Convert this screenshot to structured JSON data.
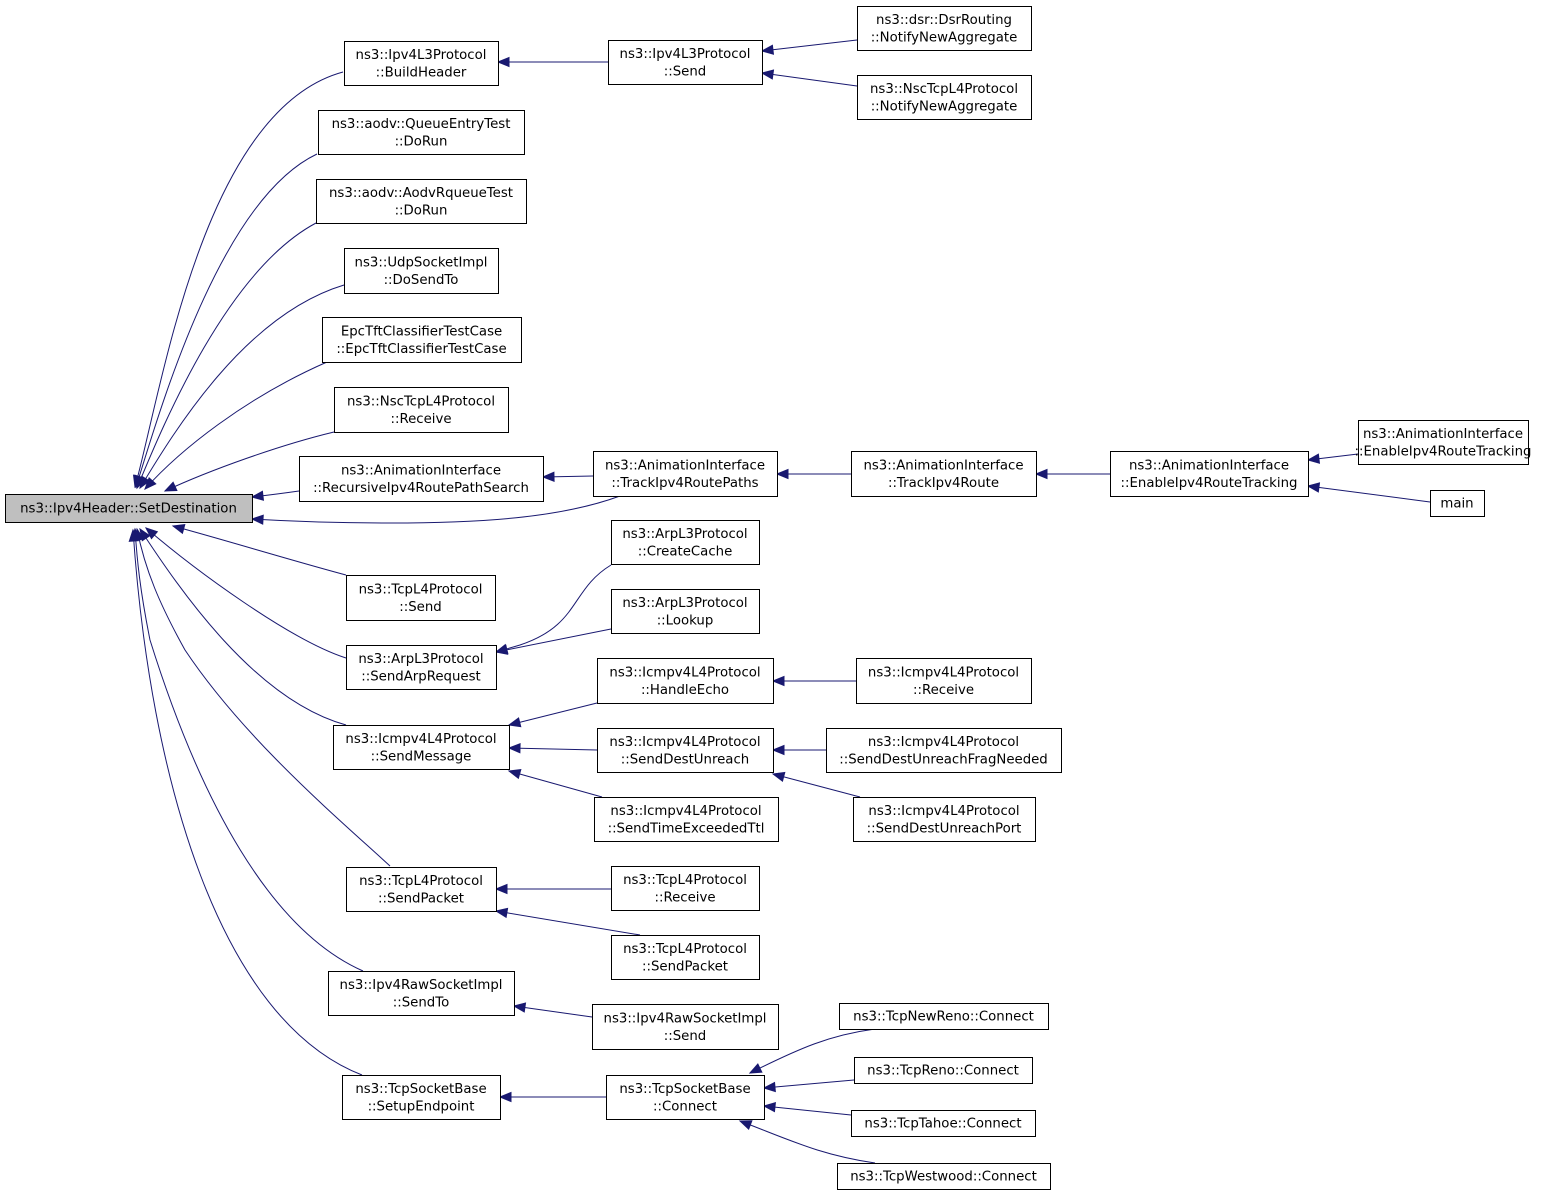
{
  "root_id": "root",
  "nodes": [
    {
      "id": "root",
      "lines": [
        "ns3::Ipv4Header::SetDestination"
      ]
    },
    {
      "id": "a1",
      "lines": [
        "ns3::Ipv4L3Protocol",
        "::BuildHeader"
      ]
    },
    {
      "id": "a2",
      "lines": [
        "ns3::aodv::QueueEntryTest",
        "::DoRun"
      ]
    },
    {
      "id": "a3",
      "lines": [
        "ns3::aodv::AodvRqueueTest",
        "::DoRun"
      ]
    },
    {
      "id": "a4",
      "lines": [
        "ns3::UdpSocketImpl",
        "::DoSendTo"
      ]
    },
    {
      "id": "a5",
      "lines": [
        "EpcTftClassifierTestCase",
        "::EpcTftClassifierTestCase"
      ]
    },
    {
      "id": "a6",
      "lines": [
        "ns3::NscTcpL4Protocol",
        "::Receive"
      ]
    },
    {
      "id": "a7",
      "lines": [
        "ns3::AnimationInterface",
        "::RecursiveIpv4RoutePathSearch"
      ]
    },
    {
      "id": "a8",
      "lines": [
        "ns3::TcpL4Protocol",
        "::Send"
      ]
    },
    {
      "id": "a9",
      "lines": [
        "ns3::ArpL3Protocol",
        "::SendArpRequest"
      ]
    },
    {
      "id": "a10",
      "lines": [
        "ns3::Icmpv4L4Protocol",
        "::SendMessage"
      ]
    },
    {
      "id": "a11",
      "lines": [
        "ns3::TcpL4Protocol",
        "::SendPacket"
      ]
    },
    {
      "id": "a12",
      "lines": [
        "ns3::Ipv4RawSocketImpl",
        "::SendTo"
      ]
    },
    {
      "id": "a13",
      "lines": [
        "ns3::TcpSocketBase",
        "::SetupEndpoint"
      ]
    },
    {
      "id": "b1",
      "lines": [
        "ns3::Ipv4L3Protocol",
        "::Send"
      ]
    },
    {
      "id": "b2",
      "lines": [
        "ns3::AnimationInterface",
        "::TrackIpv4RoutePaths"
      ]
    },
    {
      "id": "b3",
      "lines": [
        "ns3::ArpL3Protocol",
        "::CreateCache"
      ]
    },
    {
      "id": "b4",
      "lines": [
        "ns3::ArpL3Protocol",
        "::Lookup"
      ]
    },
    {
      "id": "b5",
      "lines": [
        "ns3::Icmpv4L4Protocol",
        "::HandleEcho"
      ]
    },
    {
      "id": "b6",
      "lines": [
        "ns3::Icmpv4L4Protocol",
        "::SendDestUnreach"
      ]
    },
    {
      "id": "b7",
      "lines": [
        "ns3::Icmpv4L4Protocol",
        "::SendTimeExceededTtl"
      ]
    },
    {
      "id": "b8",
      "lines": [
        "ns3::TcpL4Protocol",
        "::Receive"
      ]
    },
    {
      "id": "b9",
      "lines": [
        "ns3::TcpL4Protocol",
        "::SendPacket"
      ]
    },
    {
      "id": "b10",
      "lines": [
        "ns3::Ipv4RawSocketImpl",
        "::Send"
      ]
    },
    {
      "id": "b11",
      "lines": [
        "ns3::TcpSocketBase",
        "::Connect"
      ]
    },
    {
      "id": "c1",
      "lines": [
        "ns3::dsr::DsrRouting",
        "::NotifyNewAggregate"
      ]
    },
    {
      "id": "c2",
      "lines": [
        "ns3::NscTcpL4Protocol",
        "::NotifyNewAggregate"
      ]
    },
    {
      "id": "c3",
      "lines": [
        "ns3::AnimationInterface",
        "::TrackIpv4Route"
      ]
    },
    {
      "id": "c4",
      "lines": [
        "ns3::Icmpv4L4Protocol",
        "::Receive"
      ]
    },
    {
      "id": "c5",
      "lines": [
        "ns3::Icmpv4L4Protocol",
        "::SendDestUnreachFragNeeded"
      ]
    },
    {
      "id": "c6",
      "lines": [
        "ns3::Icmpv4L4Protocol",
        "::SendDestUnreachPort"
      ]
    },
    {
      "id": "c7",
      "lines": [
        "ns3::TcpNewReno::Connect"
      ]
    },
    {
      "id": "c8",
      "lines": [
        "ns3::TcpReno::Connect"
      ]
    },
    {
      "id": "c9",
      "lines": [
        "ns3::TcpTahoe::Connect"
      ]
    },
    {
      "id": "c10",
      "lines": [
        "ns3::TcpWestwood::Connect"
      ]
    },
    {
      "id": "d1",
      "lines": [
        "ns3::AnimationInterface",
        "::EnableIpv4RouteTracking"
      ]
    },
    {
      "id": "e1",
      "lines": [
        "ns3::AnimationInterface",
        "::EnableIpv4RouteTracking"
      ]
    },
    {
      "id": "e2",
      "lines": [
        "main"
      ]
    }
  ],
  "edges": [
    {
      "from": "a1",
      "to": "root"
    },
    {
      "from": "a2",
      "to": "root"
    },
    {
      "from": "a3",
      "to": "root"
    },
    {
      "from": "a4",
      "to": "root"
    },
    {
      "from": "a5",
      "to": "root"
    },
    {
      "from": "a6",
      "to": "root"
    },
    {
      "from": "a7",
      "to": "root"
    },
    {
      "from": "b2",
      "to": "root"
    },
    {
      "from": "a8",
      "to": "root"
    },
    {
      "from": "a9",
      "to": "root"
    },
    {
      "from": "a10",
      "to": "root"
    },
    {
      "from": "a11",
      "to": "root"
    },
    {
      "from": "a12",
      "to": "root"
    },
    {
      "from": "a13",
      "to": "root"
    },
    {
      "from": "b1",
      "to": "a1"
    },
    {
      "from": "c1",
      "to": "b1"
    },
    {
      "from": "c2",
      "to": "b1"
    },
    {
      "from": "b2",
      "to": "a7"
    },
    {
      "from": "c3",
      "to": "b2"
    },
    {
      "from": "d1",
      "to": "c3"
    },
    {
      "from": "e1",
      "to": "d1"
    },
    {
      "from": "e2",
      "to": "d1"
    },
    {
      "from": "b3",
      "to": "a9"
    },
    {
      "from": "b4",
      "to": "a9"
    },
    {
      "from": "b5",
      "to": "a10"
    },
    {
      "from": "b6",
      "to": "a10"
    },
    {
      "from": "b7",
      "to": "a10"
    },
    {
      "from": "c4",
      "to": "b5"
    },
    {
      "from": "c5",
      "to": "b6"
    },
    {
      "from": "c6",
      "to": "b6"
    },
    {
      "from": "b8",
      "to": "a11"
    },
    {
      "from": "b9",
      "to": "a11"
    },
    {
      "from": "b10",
      "to": "a12"
    },
    {
      "from": "b11",
      "to": "a13"
    },
    {
      "from": "c7",
      "to": "b11"
    },
    {
      "from": "c8",
      "to": "b11"
    },
    {
      "from": "c9",
      "to": "b11"
    },
    {
      "from": "c10",
      "to": "b11"
    }
  ]
}
